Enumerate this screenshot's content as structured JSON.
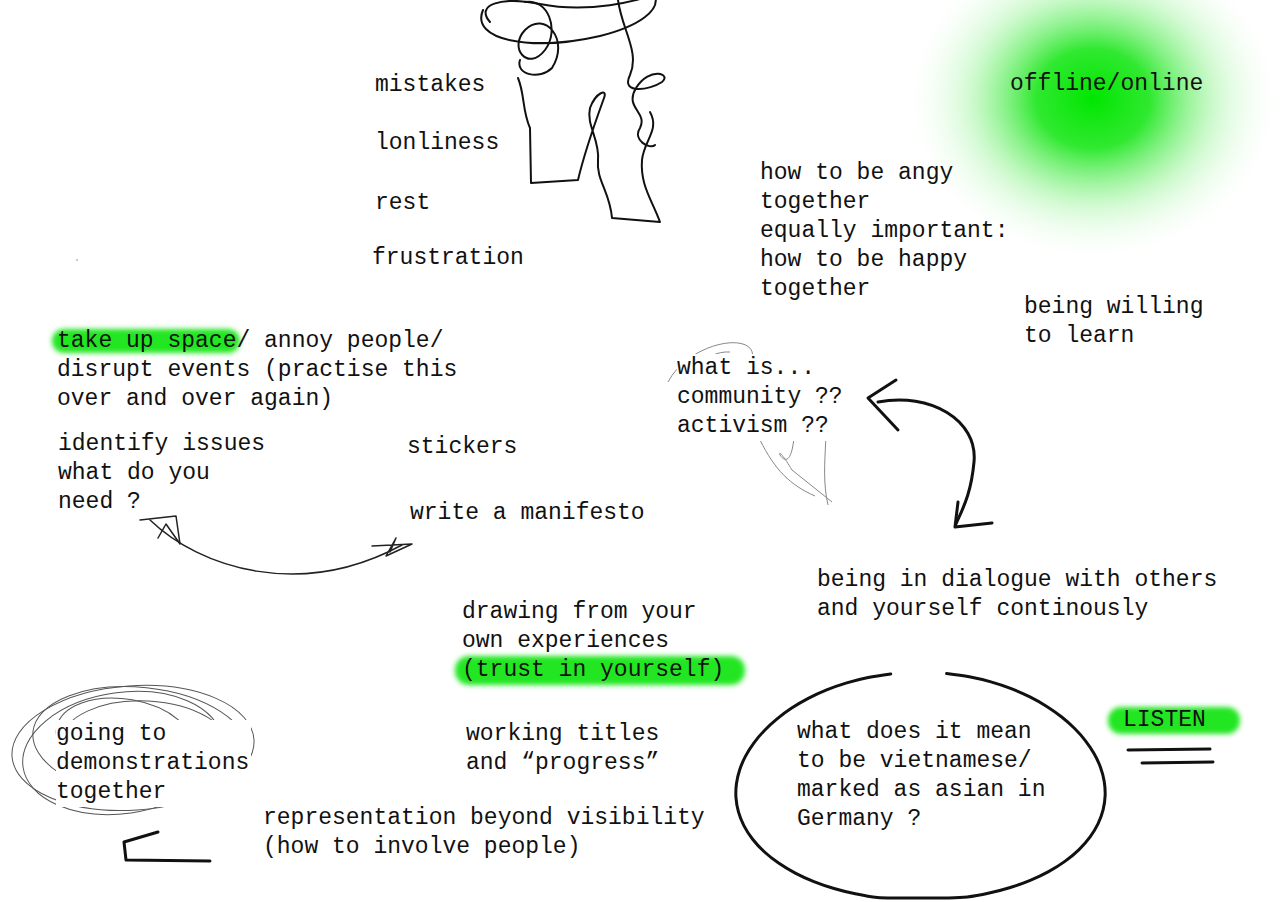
{
  "diagram": {
    "nodes": [
      {
        "text": [
          "offline/online"
        ]
      },
      {
        "text": [
          "going to demonstrations together"
        ]
      },
      {
        "text": [
          "what does it mean to be vietnamese/ marked as asian in Germany ?"
        ]
      }
    ],
    "labels": [
      "mistakes",
      "lonliness",
      "rest",
      "frustration",
      "how to be angy together",
      "equally important: how to be happy together",
      "being willing to learn",
      "take up space/ annoy people/ disrupt events (practise this over and over again)",
      "what is... community ?? activism ??",
      "identify issues what do you need ?",
      "stickers",
      "write a manifesto",
      "being in dialogue with others and yourself continously",
      "drawing from your own experiences",
      "(trust in yourself)",
      "working titles and “progress”",
      "LISTEN",
      "representation beyond visibility (how to involve people)"
    ]
  }
}
